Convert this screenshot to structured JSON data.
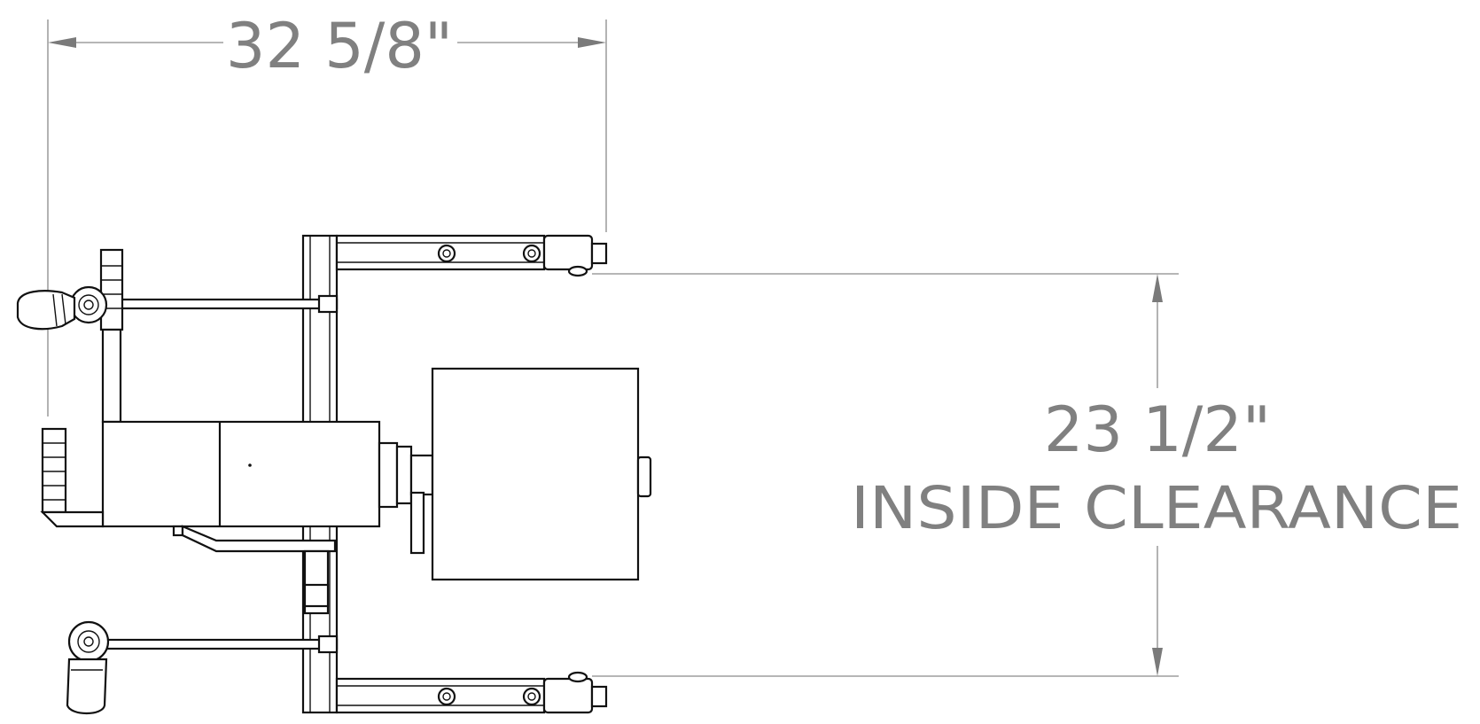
{
  "dimensions": {
    "overall_width": {
      "label": "32 5/8\""
    },
    "inside_clearance": {
      "value_label": "23 1/2\"",
      "caption": "INSIDE CLEARANCE"
    }
  },
  "colors": {
    "dimension": "#808080",
    "outline": "#111111",
    "background": "#ffffff"
  }
}
